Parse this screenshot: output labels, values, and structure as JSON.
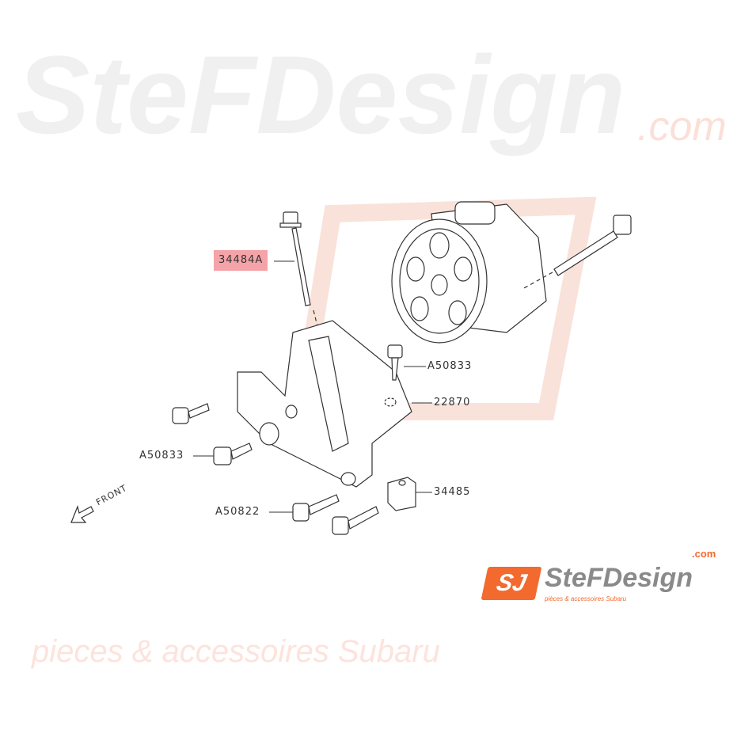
{
  "watermark": {
    "brand": "SteFDesign",
    "domain": ".com",
    "tagline": "pieces & accessoires Subaru"
  },
  "logo": {
    "monogram": "SJ",
    "brand": "SteFDesign",
    "domain": ".com",
    "tagline": "pièces & accessoires Subaru"
  },
  "direction_marker": "FRONT",
  "callouts": [
    {
      "part": "34484A",
      "highlighted": true
    },
    {
      "part": "A50833"
    },
    {
      "part": "22870"
    },
    {
      "part": "A50833"
    },
    {
      "part": "A50822"
    },
    {
      "part": "34485"
    }
  ],
  "colors": {
    "highlight": "#f4a3a8",
    "brand_orange": "#f26a2e",
    "line": "#333333"
  }
}
